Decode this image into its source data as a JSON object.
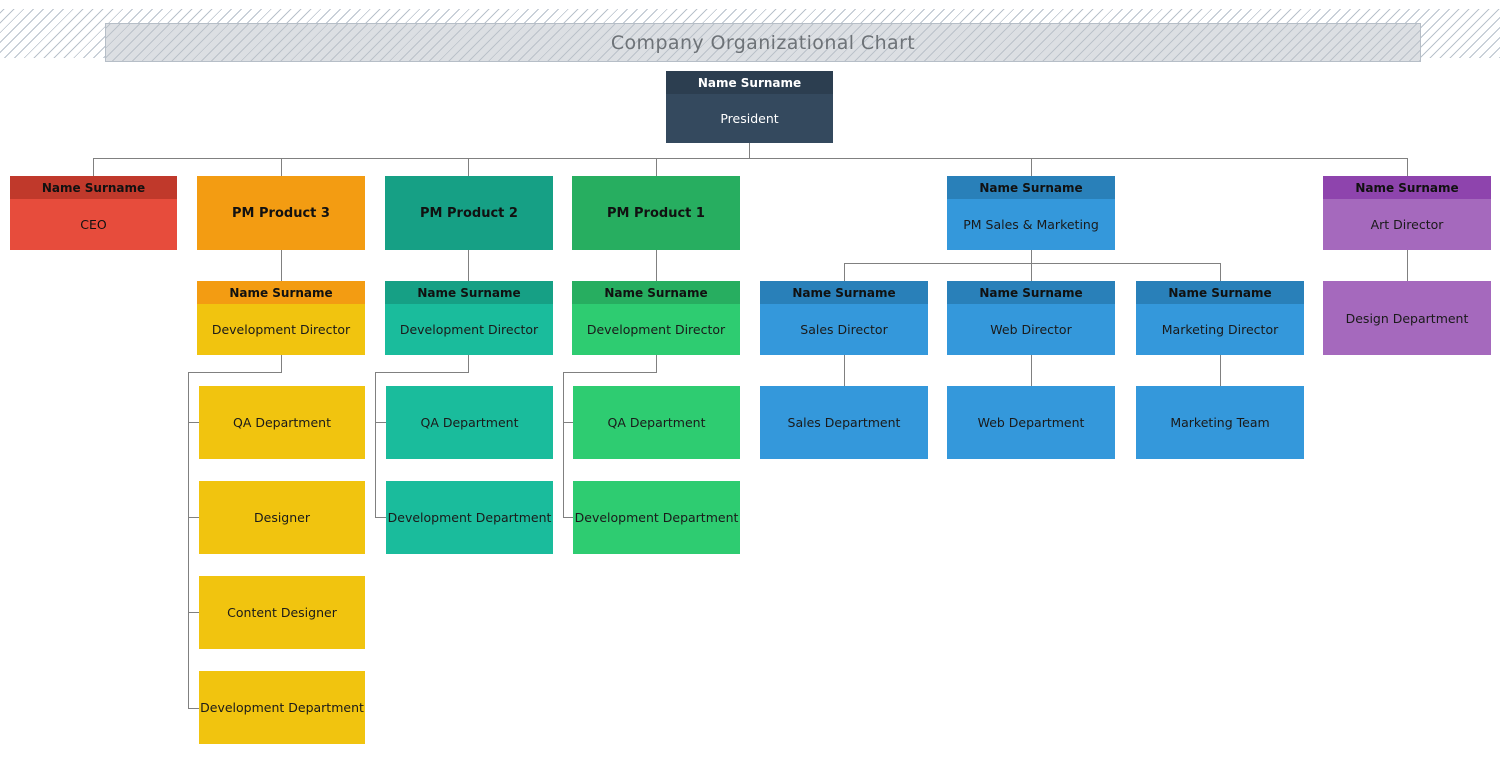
{
  "banner": {
    "title": "Company Organizational Chart"
  },
  "colors": {
    "president_header": "#2c3e50",
    "president_body": "#34495e",
    "ceo_header": "#c0392b",
    "ceo_body": "#e74c3c",
    "orange": "#f39c12",
    "yellow": "#f1c40f",
    "teal_dark": "#16a085",
    "teal_light": "#1abc9c",
    "green_dark": "#27ae60",
    "green_light": "#2ecc71",
    "blue_dark": "#2980b9",
    "blue_light": "#3498db",
    "purple_dark": "#8e44ad",
    "purple_light": "#a569bd",
    "connector": "#808080"
  },
  "name_label": "Name Surname",
  "nodes": {
    "president": {
      "name": "Name Surname",
      "title": "President"
    },
    "ceo": {
      "name": "Name Surname",
      "title": "CEO"
    },
    "pm_product_3": {
      "title": "PM Product 3"
    },
    "pm_product_2": {
      "title": "PM Product 2"
    },
    "pm_product_1": {
      "title": "PM Product 1"
    },
    "pm_sales_marketing": {
      "name": "Name Surname",
      "title": "PM Sales & Marketing"
    },
    "art_director": {
      "name": "Name Surname",
      "title": "Art Director"
    },
    "dev_director_3": {
      "name": "Name Surname",
      "title": "Development Director"
    },
    "dev_director_2": {
      "name": "Name Surname",
      "title": "Development Director"
    },
    "dev_director_1": {
      "name": "Name Surname",
      "title": "Development Director"
    },
    "sales_director": {
      "name": "Name Surname",
      "title": "Sales Director"
    },
    "web_director": {
      "name": "Name Surname",
      "title": "Web Director"
    },
    "marketing_director": {
      "name": "Name Surname",
      "title": "Marketing Director"
    },
    "design_department": {
      "title": "Design Department"
    },
    "qa_department_3": {
      "title": "QA Department"
    },
    "designer_3": {
      "title": "Designer"
    },
    "content_designer_3": {
      "title": "Content Designer"
    },
    "development_department_3": {
      "title": "Development Department"
    },
    "qa_department_2": {
      "title": "QA Department"
    },
    "development_department_2": {
      "title": "Development Department"
    },
    "qa_department_1": {
      "title": "QA Department"
    },
    "development_department_1": {
      "title": "Development Department"
    },
    "sales_department": {
      "title": "Sales Department"
    },
    "web_department": {
      "title": "Web Department"
    },
    "marketing_team": {
      "title": "Marketing Team"
    }
  }
}
